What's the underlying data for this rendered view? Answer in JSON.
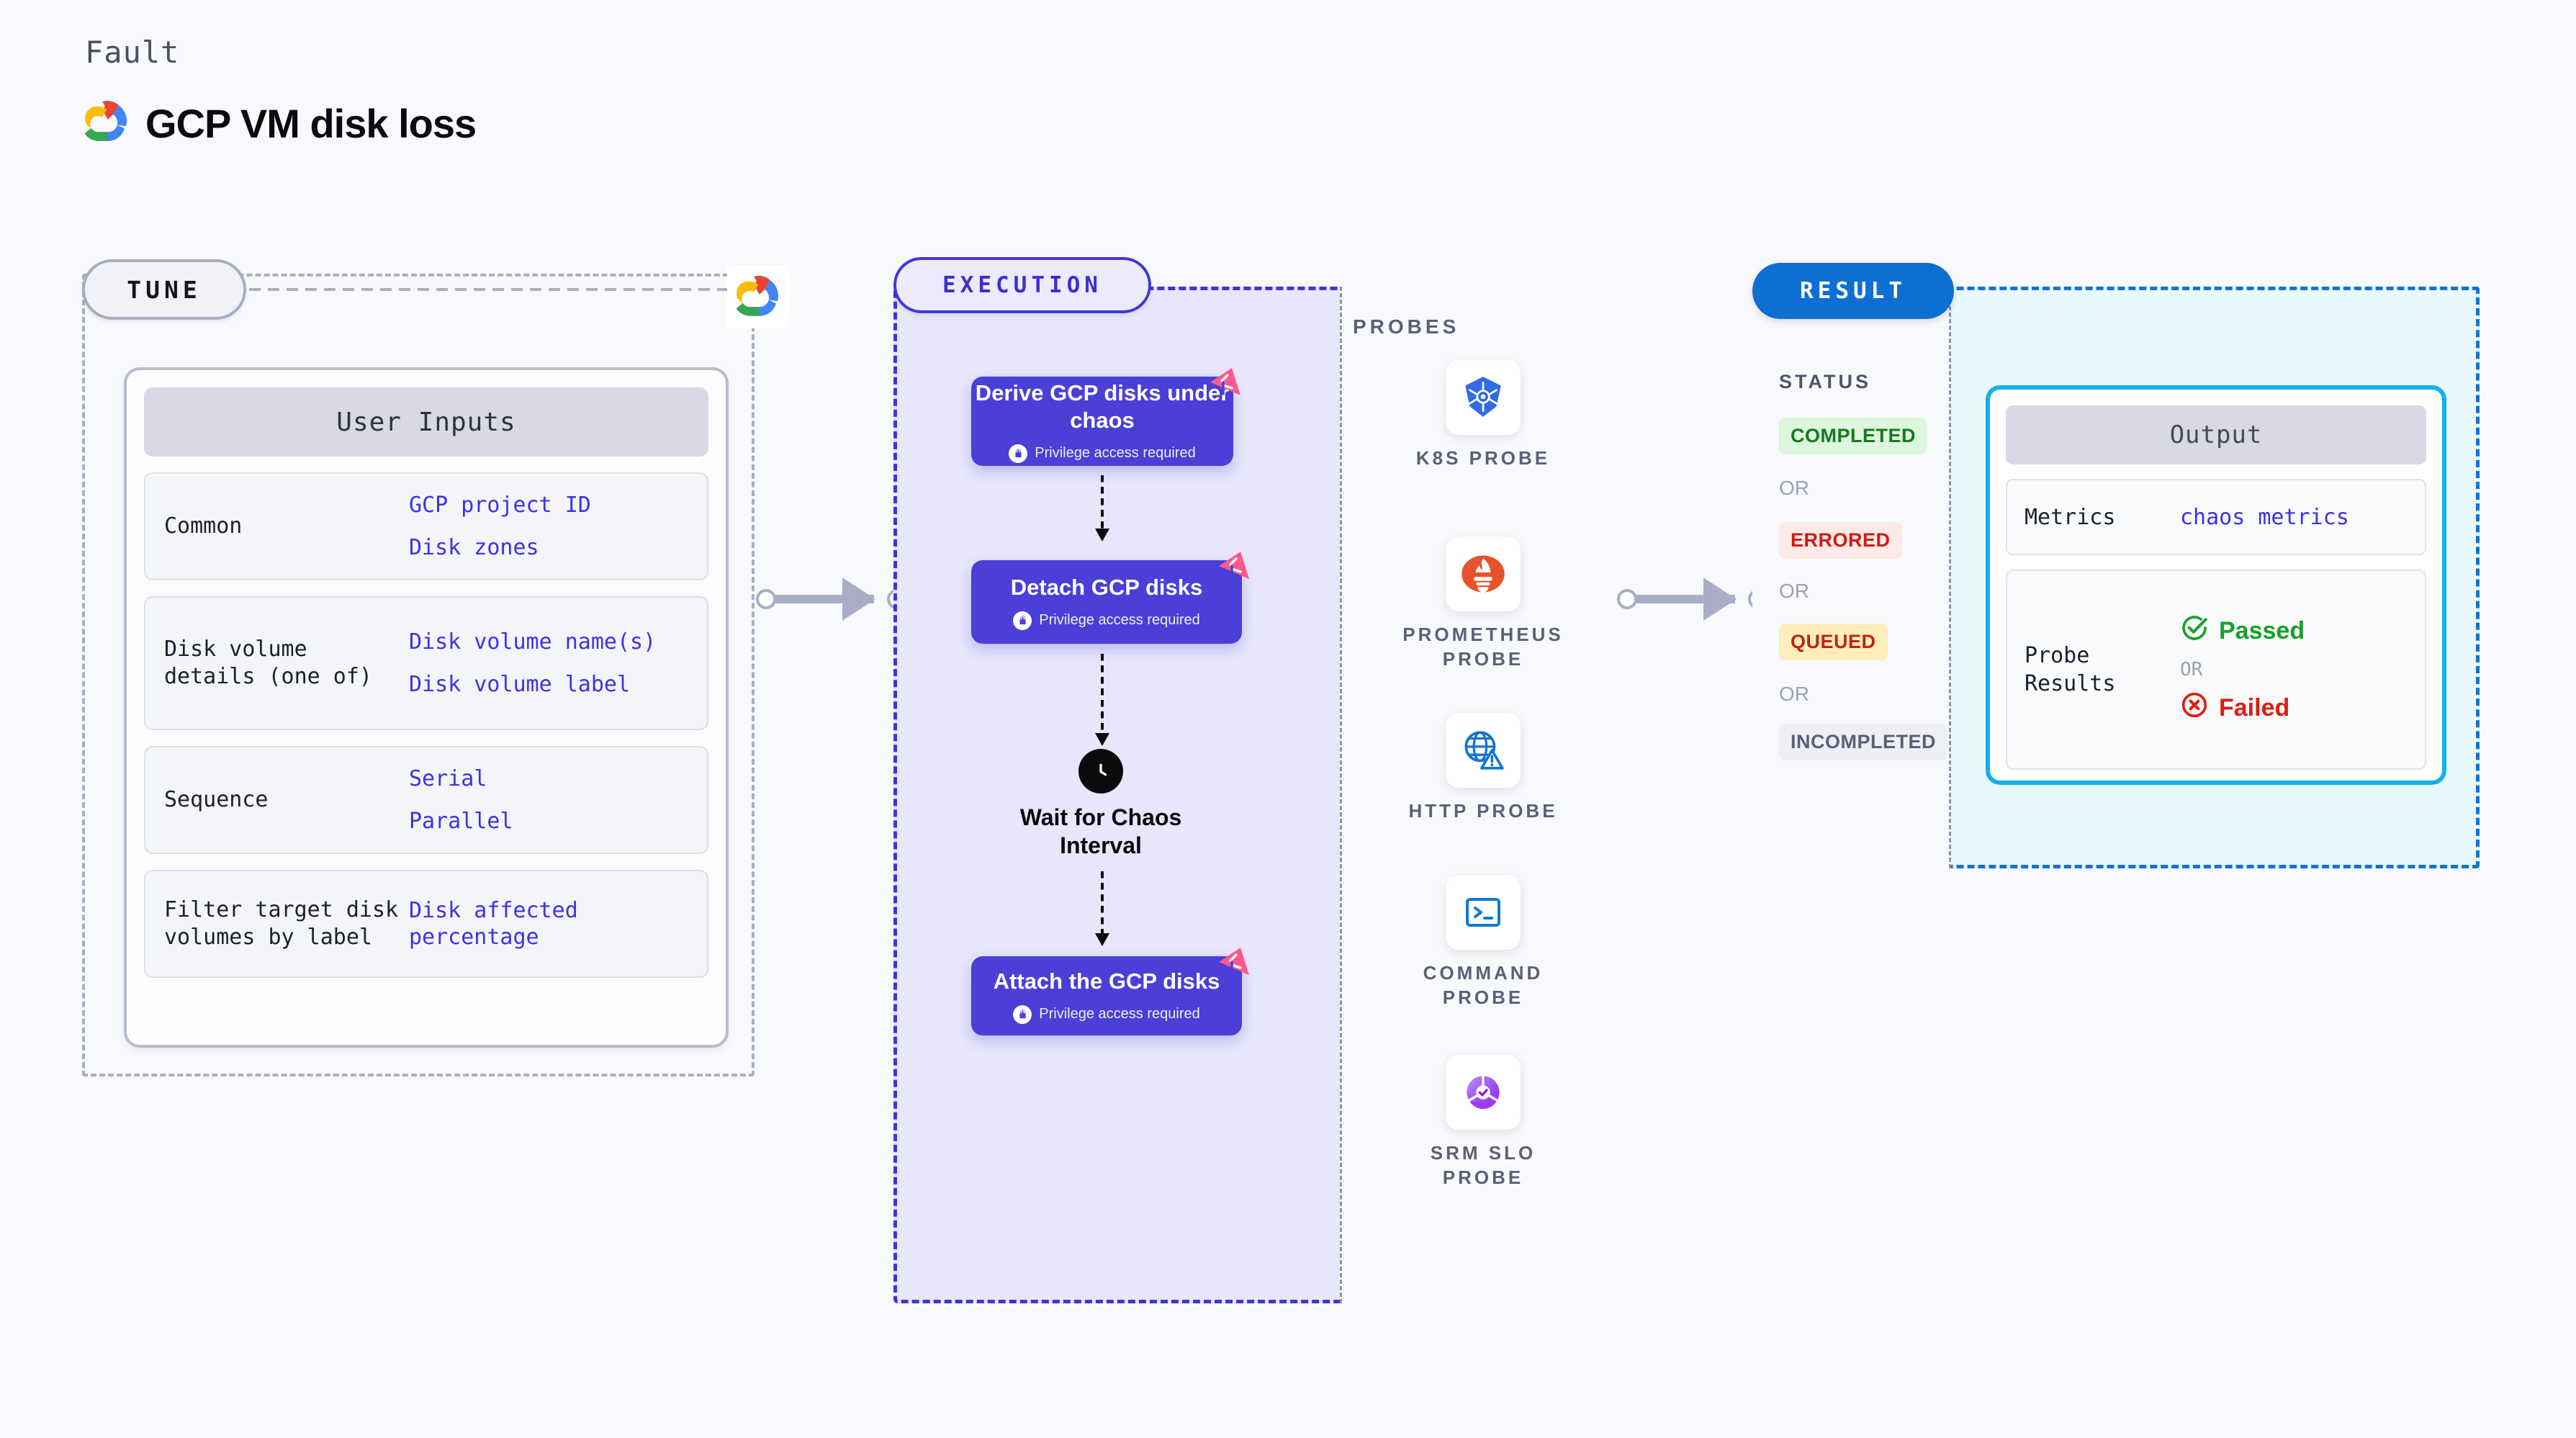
{
  "header": {
    "eyebrow": "Fault",
    "title": "GCP VM disk loss",
    "logo_icon": "gcp-logo-icon"
  },
  "tune": {
    "badge": "TUNE",
    "provider_icon": "gcp-logo-icon",
    "user_inputs": {
      "heading": "User Inputs",
      "rows": [
        {
          "key": "Common",
          "values": [
            "GCP project ID",
            "Disk zones"
          ]
        },
        {
          "key": "Disk volume details (one of)",
          "values": [
            "Disk volume name(s)",
            "Disk volume label"
          ]
        },
        {
          "key": "Sequence",
          "values": [
            "Serial",
            "Parallel"
          ]
        },
        {
          "key": "Filter target disk volumes by label",
          "values": [
            "Disk affected percentage"
          ]
        }
      ]
    }
  },
  "execution": {
    "badge": "EXECUTION",
    "nodes": [
      {
        "title": "Derive GCP disks under chaos",
        "privilege": "Privilege access required",
        "lock_icon": "lock-icon",
        "flag_icon": "chaos-flag-icon"
      },
      {
        "title": "Detach GCP disks",
        "privilege": "Privilege access required",
        "lock_icon": "lock-icon",
        "flag_icon": "chaos-flag-icon"
      }
    ],
    "wait": {
      "label": "Wait for Chaos Interval",
      "icon": "clock-icon"
    },
    "final_node": {
      "title": "Attach the GCP disks",
      "privilege": "Privilege access required",
      "lock_icon": "lock-icon",
      "flag_icon": "chaos-flag-icon"
    }
  },
  "probes": {
    "title": "PROBES",
    "items": [
      {
        "label": "K8S PROBE",
        "icon": "kubernetes-icon"
      },
      {
        "label": "PROMETHEUS PROBE",
        "icon": "prometheus-icon"
      },
      {
        "label": "HTTP PROBE",
        "icon": "globe-warning-icon"
      },
      {
        "label": "COMMAND PROBE",
        "icon": "terminal-icon"
      },
      {
        "label": "SRM SLO PROBE",
        "icon": "srm-slo-icon"
      }
    ]
  },
  "result": {
    "badge": "RESULT",
    "status_title": "STATUS",
    "or_label": "OR",
    "statuses": [
      {
        "label": "COMPLETED",
        "bg": "#ddf6dd",
        "fg": "#167a1d"
      },
      {
        "label": "ERRORED",
        "bg": "#fde9e7",
        "fg": "#cf1b16"
      },
      {
        "label": "QUEUED",
        "bg": "#fdeebc",
        "fg": "#c22314"
      },
      {
        "label": "INCOMPLETED",
        "bg": "#eeeff5",
        "fg": "#5a6078"
      }
    ],
    "output": {
      "heading": "Output",
      "metrics_key": "Metrics",
      "metrics_value": "chaos metrics",
      "probe_results_key": "Probe Results",
      "passed": "Passed",
      "failed": "Failed",
      "or_label": "OR",
      "passed_icon": "check-circle-icon",
      "failed_icon": "x-circle-icon"
    }
  },
  "colors": {
    "page_bg": "#f8f9fc",
    "execution_accent": "#4338d4",
    "execution_bg": "#e7e6fb",
    "result_accent": "#1273d1",
    "result_bg": "#e8f8fd",
    "output_border": "#12b0e8",
    "node_fill": "#4a3fd6",
    "link_text": "#3c32e8",
    "flag_pink": "#fb5a8e",
    "connector": "#a9aec6"
  }
}
